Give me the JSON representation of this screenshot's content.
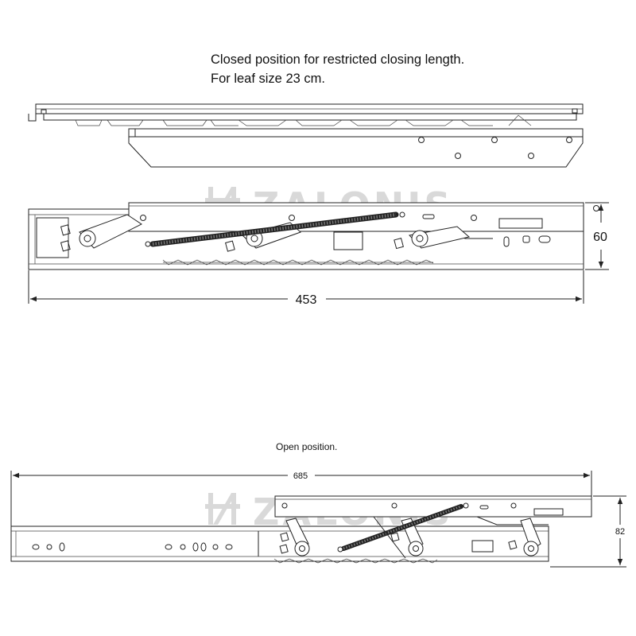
{
  "captions": {
    "closed_line1": "Closed position for restricted closing length.",
    "closed_line2": "For leaf size 23 cm.",
    "open": "Open position."
  },
  "dimensions": {
    "closed_width": "453",
    "closed_height": "60",
    "open_width": "685",
    "open_height": "82"
  },
  "watermark": {
    "text": "ZALONIS",
    "color": "#d9d9d9"
  }
}
